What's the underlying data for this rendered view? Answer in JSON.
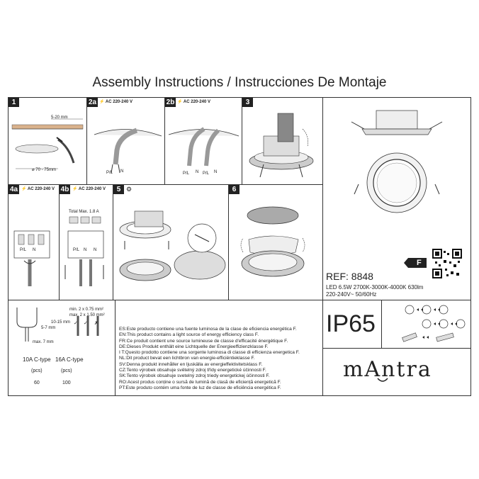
{
  "title": "Assembly Instructions / Instrucciones De Montaje",
  "steps": {
    "s1": "1",
    "s2a": "2a",
    "s2b": "2b",
    "s3": "3",
    "s4a": "4a",
    "s4b": "4b",
    "s5": "5",
    "s6": "6"
  },
  "voltage": "AC 220-240 V",
  "dims": {
    "depth": "5-20 mm",
    "cutout": "70 - 75mm",
    "total_max": "Total Max. 1.8 A",
    "wire_min": "min. 2 x 0.75 mm²",
    "wire_max": "max. 2 x 1.50 mm²",
    "strip": "10-15 mm",
    "strip2": "5-7 mm",
    "max7": "max. 7 mm"
  },
  "wires": {
    "pl": "P/L",
    "n": "N"
  },
  "breakers": {
    "b10": "10A C-type",
    "b16": "16A C-type",
    "pcs": "(pcs)",
    "q10": "60",
    "q16": "100"
  },
  "product": {
    "ref": "REF: 8848",
    "line1": "LED 6.5W 2700K-3000K-4000K 630lm",
    "line2": "220-240V~ 50/60Hz",
    "ip": "IP65",
    "energy_class": "F",
    "brand": "mAntra"
  },
  "energy_text": [
    "ES:Este producto contiene una fuente luminosa de la clase de eficiencia energética F.",
    "EN:This product contains a light source of energy efficiency class F.",
    "FR:Ce produit contient une source lumineuse de classe d'efficacité énergétique F.",
    "DE:Dieses Produkt enthält eine Lichtquelle der Energieeffizienzklasse F.",
    "I T:Questo prodotto contiene una sorgente luminosa di classe di efficienza energetica F.",
    "NL:Dit product bevat een lichtbron van energie-efficiëntieklasse F.",
    "SV:Denna produkt innehåller en ljuskälla av energieffektivitetsklass F.",
    "CZ:Tento výrobek obsahuje světelný zdroj třídy energetické účinnosti F.",
    "SK:Tento výrobok obsahuje svetelný zdroj triedy energetickej účinnosti F.",
    "RO:Acest produs conține o sursă de lumină de clasă de eficiență energetică F.",
    "PT:Este produto contém uma fonte de luz de classe de eficiência energética F."
  ]
}
